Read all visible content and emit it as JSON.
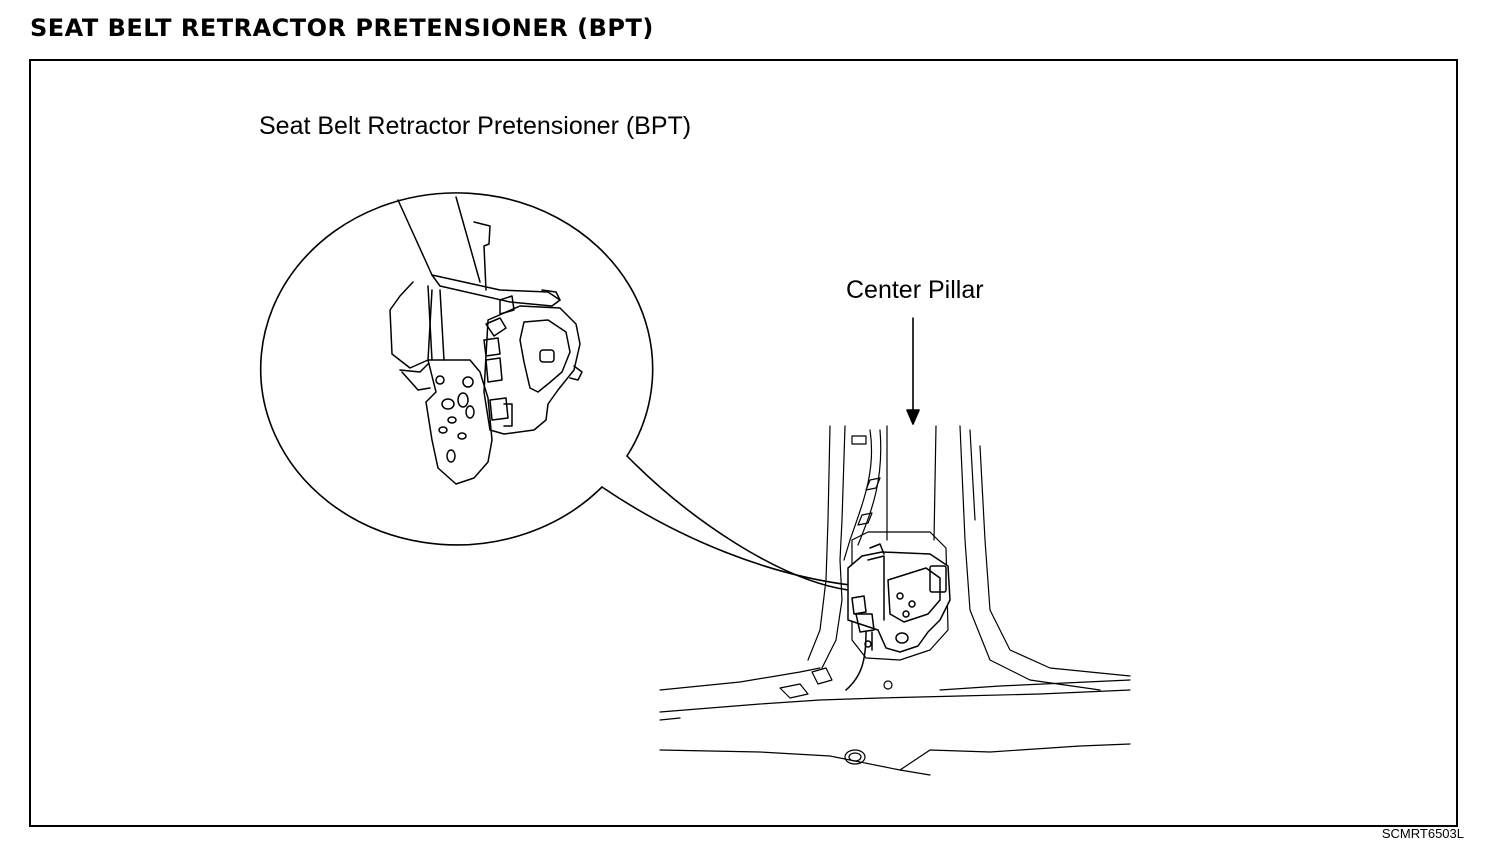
{
  "page": {
    "title": "SEAT BELT RETRACTOR PRETENSIONER (BPT)"
  },
  "diagram": {
    "labels": {
      "bpt": "Seat Belt Retractor Pretensioner (BPT)",
      "center_pillar": "Center Pillar"
    },
    "figure_code": "SCMRT6503L",
    "line_color": "#000000",
    "background_color": "#ffffff"
  }
}
